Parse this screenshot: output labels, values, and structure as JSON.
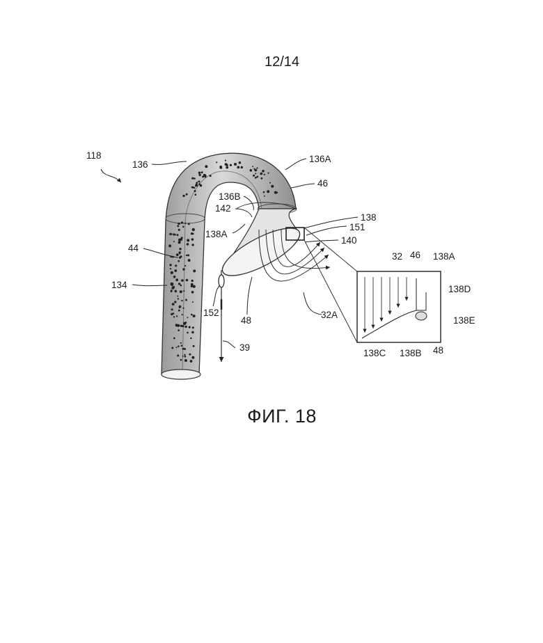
{
  "sheet": {
    "page_number": "12/14"
  },
  "figure": {
    "caption": "ФИГ. 18",
    "labels": {
      "l118": "118",
      "l136": "136",
      "l136A": "136A",
      "l46a": "46",
      "l136B": "136B",
      "l142": "142",
      "l138": "138",
      "l151": "151",
      "l138A": "138A",
      "l140": "140",
      "l44": "44",
      "l134": "134",
      "l152": "152",
      "l48a": "48",
      "l32A": "32A",
      "l39": "39",
      "l32": "32",
      "l46b": "46",
      "l138A2": "138A",
      "l138D": "138D",
      "l138E": "138E",
      "l138C": "138C",
      "l138B": "138B",
      "l48b": "48"
    }
  }
}
